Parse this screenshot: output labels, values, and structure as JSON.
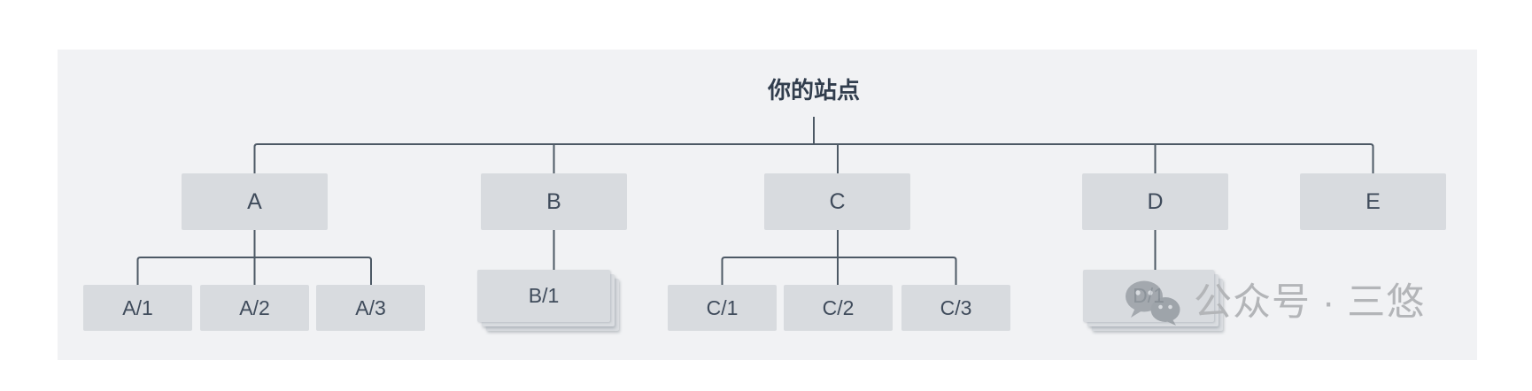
{
  "diagram": {
    "root": {
      "label": "你的站点"
    },
    "nodes": [
      {
        "label": "A",
        "children": [
          {
            "label": "A/1",
            "stacked": false
          },
          {
            "label": "A/2",
            "stacked": false
          },
          {
            "label": "A/3",
            "stacked": false
          }
        ]
      },
      {
        "label": "B",
        "children": [
          {
            "label": "B/1",
            "stacked": true
          }
        ]
      },
      {
        "label": "C",
        "children": [
          {
            "label": "C/1",
            "stacked": false
          },
          {
            "label": "C/2",
            "stacked": false
          },
          {
            "label": "C/3",
            "stacked": false
          }
        ]
      },
      {
        "label": "D",
        "children": [
          {
            "label": "D/1",
            "stacked": true
          }
        ]
      },
      {
        "label": "E",
        "children": []
      }
    ],
    "colors": {
      "box_fill": "#d8dbdf",
      "connector": "#4d5965",
      "label_text": "#3f4b5b",
      "root_text": "#313d4d",
      "panel_bg": "#f1f2f4"
    }
  },
  "watermark": {
    "icon": "wechat-icon",
    "text": "公众号 · 三悠",
    "color": "#b3b5b8"
  }
}
